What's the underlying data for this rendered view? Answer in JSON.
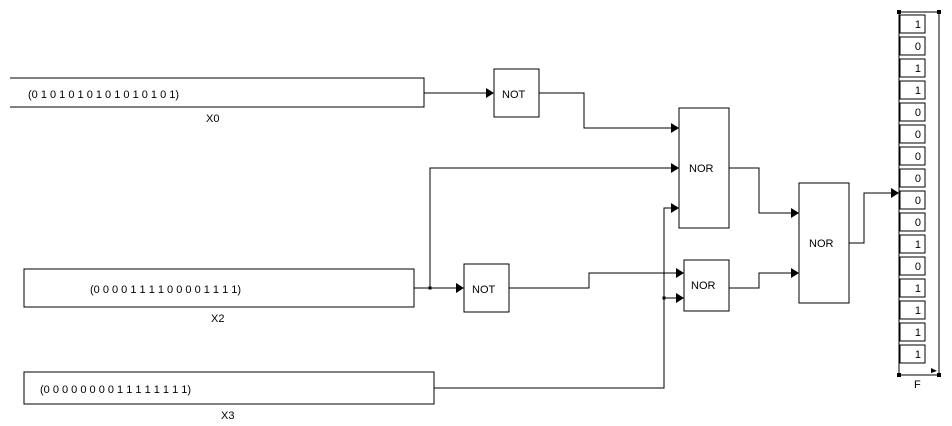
{
  "diagram": {
    "inputs": [
      {
        "id": "X0",
        "label": "X0",
        "sequence": "(0   1   0   1   0   1   0   1   0   1   0   1   0   1   0   1)"
      },
      {
        "id": "X2",
        "label": "X2",
        "sequence": "(0  0  0  0  1  1  1  1  0  0  0  0  1  1  1  1)"
      },
      {
        "id": "X3",
        "label": "X3",
        "sequence": "(0    0    0    0    0    0    0    0    1    1    1    1    1    1    1    1)"
      }
    ],
    "gates": [
      {
        "id": "not1",
        "label": "NOT"
      },
      {
        "id": "not2",
        "label": "NOT"
      },
      {
        "id": "nor1",
        "label": "NOR"
      },
      {
        "id": "nor2",
        "label": "NOR"
      },
      {
        "id": "nor3",
        "label": "NOR"
      }
    ],
    "output": {
      "label": "F",
      "values": [
        "1",
        "0",
        "1",
        "1",
        "0",
        "0",
        "0",
        "0",
        "0",
        "0",
        "1",
        "0",
        "1",
        "1",
        "1",
        "1"
      ]
    }
  }
}
